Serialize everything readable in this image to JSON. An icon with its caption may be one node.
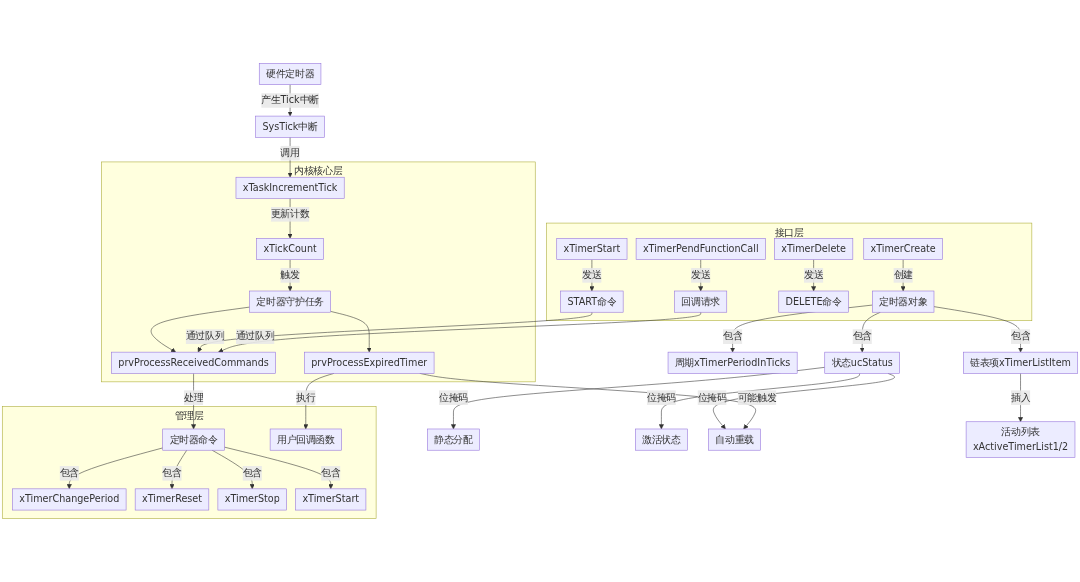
{
  "diagram": {
    "nodes": [
      {
        "text": [
          "硬件定时器"
        ]
      },
      {
        "text": [
          "SysTick中断"
        ]
      },
      {
        "text": [
          "内核核心层"
        ]
      },
      {
        "text": [
          "xTaskIncrementTick"
        ],
        "in": 2
      },
      {
        "text": [
          "xTickCount"
        ],
        "in": 2
      },
      {
        "text": [
          "定时器守护任务"
        ],
        "in": 2
      },
      {
        "text": [
          "prvProcessReceivedCommands"
        ],
        "in": 2
      },
      {
        "text": [
          "prvProcessExpiredTimer"
        ],
        "in": 2
      },
      {
        "text": [
          "接口层"
        ]
      },
      {
        "text": [
          "xTimerCreate"
        ],
        "in": 8
      },
      {
        "text": [
          "xTimerStart"
        ],
        "in": 8
      },
      {
        "text": [
          "xTimerDelete"
        ],
        "in": 8
      },
      {
        "text": [
          "xTimerPendFunctionCall"
        ],
        "in": 8
      },
      {
        "text": [
          "定时器对象"
        ],
        "in": 8
      },
      {
        "text": [
          "START命令"
        ],
        "in": 8
      },
      {
        "text": [
          "DELETE命令"
        ],
        "in": 8
      },
      {
        "text": [
          "回调请求"
        ],
        "in": 8
      },
      {
        "text": [
          "状态ucStatus"
        ]
      },
      {
        "text": [
          "周期xTimerPeriodInTicks"
        ]
      },
      {
        "text": [
          "链表项xTimerListItem"
        ]
      },
      {
        "text": [
          "静态分配"
        ]
      },
      {
        "text": [
          "激活状态"
        ]
      },
      {
        "text": [
          "自动重载"
        ]
      },
      {
        "text": [
          "活动列表",
          "xActiveTimerList1/2"
        ]
      },
      {
        "text": [
          "管理层"
        ]
      },
      {
        "text": [
          "定时器命令"
        ],
        "in": 24
      },
      {
        "text": [
          "用户回调函数"
        ],
        "in": 24
      },
      {
        "text": [
          "xTimerChangePeriod"
        ],
        "in": 24
      },
      {
        "text": [
          "xTimerReset"
        ],
        "in": 24
      },
      {
        "text": [
          "xTimerStop"
        ],
        "in": 24
      },
      {
        "text": [
          "xTimerStart"
        ],
        "in": 24
      }
    ],
    "edges": [
      {
        "from": 0,
        "to": 1,
        "arrow": "to",
        "label": "产生Tick中断"
      },
      {
        "from": 1,
        "to": 3,
        "arrow": "to",
        "label": "调用"
      },
      {
        "from": 3,
        "to": 4,
        "arrow": "to",
        "label": "更新计数"
      },
      {
        "from": 4,
        "to": 5,
        "arrow": "to",
        "label": "触发"
      },
      {
        "from": 5,
        "to": 6,
        "arrow": "to"
      },
      {
        "from": 5,
        "to": 7,
        "arrow": "to"
      },
      {
        "from": 9,
        "to": 13,
        "arrow": "to",
        "label": "创建"
      },
      {
        "from": 10,
        "to": 14,
        "arrow": "to",
        "label": "发送"
      },
      {
        "from": 11,
        "to": 15,
        "arrow": "to",
        "label": "发送"
      },
      {
        "from": 12,
        "to": 16,
        "arrow": "to",
        "label": "发送"
      },
      {
        "from": 14,
        "to": 6,
        "arrow": "to",
        "label": "通过队列"
      },
      {
        "from": 16,
        "to": 6,
        "arrow": "to",
        "label": "通过队列"
      },
      {
        "from": 13,
        "to": 17,
        "arrow": "to",
        "label": "包含"
      },
      {
        "from": 13,
        "to": 18,
        "arrow": "to",
        "label": "包含"
      },
      {
        "from": 13,
        "to": 19,
        "arrow": "to",
        "label": "包含"
      },
      {
        "from": 17,
        "to": 20,
        "arrow": "to",
        "label": "位掩码"
      },
      {
        "from": 17,
        "to": 21,
        "arrow": "to",
        "label": "位掩码"
      },
      {
        "from": 17,
        "to": 22,
        "arrow": "to",
        "label": "位掩码"
      },
      {
        "from": 19,
        "to": 23,
        "arrow": "to",
        "label": "插入"
      },
      {
        "from": 7,
        "to": 22,
        "arrow": "to",
        "label": "可能触发"
      },
      {
        "from": 6,
        "to": 25,
        "arrow": "to",
        "label": "处理"
      },
      {
        "from": 7,
        "to": 26,
        "arrow": "to",
        "label": "执行"
      },
      {
        "from": 25,
        "to": 27,
        "arrow": "to",
        "label": "包含"
      },
      {
        "from": 25,
        "to": 28,
        "arrow": "to",
        "label": "包含"
      },
      {
        "from": 25,
        "to": 29,
        "arrow": "to",
        "label": "包含"
      },
      {
        "from": 25,
        "to": 30,
        "arrow": "to",
        "label": "包含"
      }
    ]
  }
}
